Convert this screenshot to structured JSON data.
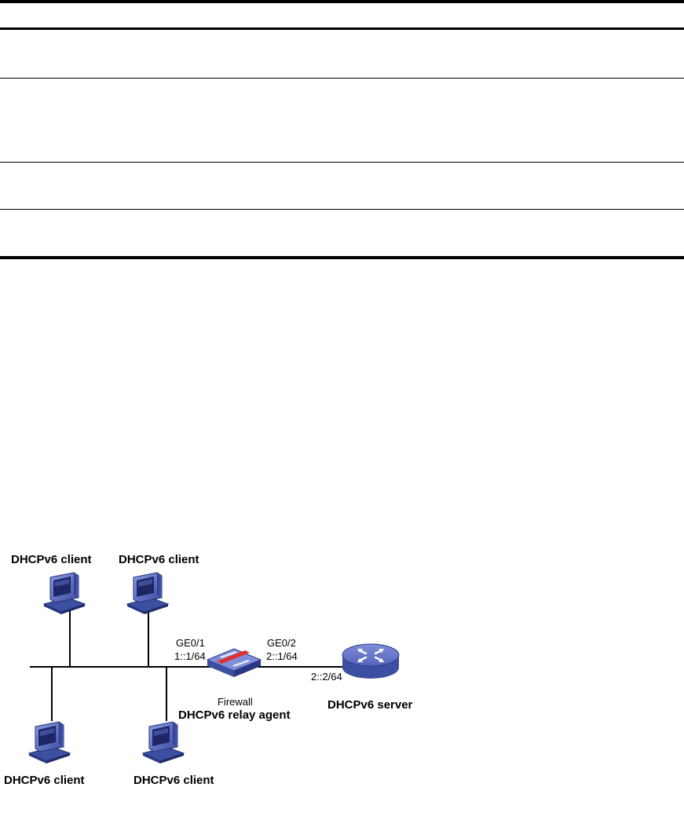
{
  "table": {
    "rows": [
      {
        "label": ""
      },
      {
        "label": ""
      },
      {
        "label": ""
      },
      {
        "label": ""
      }
    ]
  },
  "diagram": {
    "clients": [
      {
        "label": "DHCPv6 client"
      },
      {
        "label": "DHCPv6 client"
      },
      {
        "label": "DHCPv6 client"
      },
      {
        "label": "DHCPv6 client"
      }
    ],
    "firewall": {
      "name": "Firewall",
      "role": "DHCPv6 relay agent",
      "port1": {
        "name": "GE0/1",
        "address": "1::1/64"
      },
      "port2": {
        "name": "GE0/2",
        "address": "2::1/64"
      }
    },
    "server": {
      "label": "DHCPv6 server",
      "address": "2::2/64"
    },
    "colors": {
      "device_blue": "#3d4fa0",
      "device_light": "#7f8fd6",
      "line": "#000000",
      "firewall_bar": "#e0302a"
    },
    "icons": [
      "pc-icon",
      "firewall-icon",
      "router-icon"
    ]
  }
}
